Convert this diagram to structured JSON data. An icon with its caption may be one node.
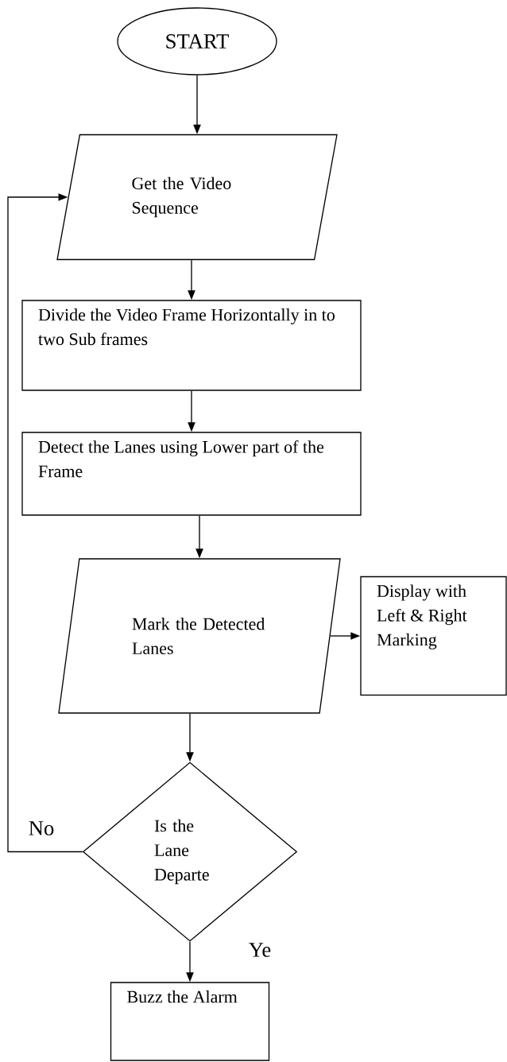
{
  "diagram": {
    "nodes": [
      {
        "text": [
          "START"
        ]
      },
      {
        "text": [
          "Get the Video Sequence"
        ]
      },
      {
        "text": [
          "Divide the Video Frame Horizontally in to two Sub frames"
        ]
      },
      {
        "text": [
          "Detect the Lanes using Lower part of the Frame"
        ]
      },
      {
        "text": [
          "Mark the Detected Lanes"
        ]
      },
      {
        "text": [
          "Display with Left & Right Marking"
        ]
      },
      {
        "text": [
          "Is the Lane Departe"
        ]
      },
      {
        "text": [
          "Buzz the Alarm"
        ]
      }
    ],
    "edges": [
      {
        "from": 0,
        "to": 1,
        "arrow": "to"
      },
      {
        "from": 1,
        "to": 2,
        "arrow": "to"
      },
      {
        "from": 2,
        "to": 3,
        "arrow": "to"
      },
      {
        "from": 3,
        "to": 4,
        "arrow": "to"
      },
      {
        "from": 4,
        "to": 5,
        "arrow": "to"
      },
      {
        "from": 4,
        "to": 6,
        "arrow": "to"
      },
      {
        "from": 6,
        "to": 7,
        "label": "Ye",
        "arrow": "to"
      },
      {
        "from": 6,
        "to": 1,
        "label": "No",
        "arrow": "to"
      }
    ]
  }
}
